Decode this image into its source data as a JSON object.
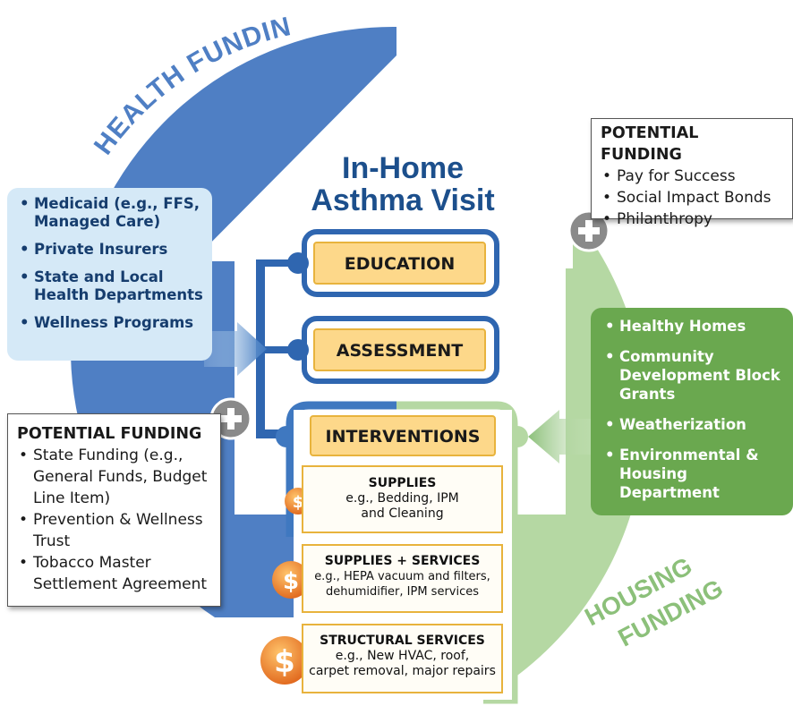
{
  "arcs": {
    "health_label": "HEALTH FUNDING",
    "housing_label_line1": "HOUSING",
    "housing_label_line2": "FUNDING"
  },
  "house": {
    "title_line1": "In-Home",
    "title_line2": "Asthma Visit"
  },
  "stages": {
    "education": "EDUCATION",
    "assessment": "ASSESSMENT",
    "interventions": "INTERVENTIONS"
  },
  "interventions": [
    {
      "heading": "SUPPLIES",
      "line1": "e.g., Bedding, IPM",
      "line2": "and Cleaning",
      "line3": "",
      "icon": "dollar-icon-small"
    },
    {
      "heading": "SUPPLIES + SERVICES",
      "line1": "e.g., HEPA vacuum and filters,",
      "line2": "dehumidifier, IPM services",
      "line3": "",
      "icon": "dollar-icon-medium"
    },
    {
      "heading": "STRUCTURAL SERVICES",
      "line1": "e.g., New HVAC, roof,",
      "line2": "carpet removal, major repairs",
      "line3": "",
      "icon": "dollar-icon-large"
    }
  ],
  "health_sources": [
    "Medicaid (e.g., FFS, Managed Care)",
    "Private Insurers",
    "State and Local Health Departments",
    "Wellness Programs"
  ],
  "housing_sources": [
    "Healthy Homes",
    "Community Development Block Grants",
    "Weatherization",
    "Environmental & Housing Department"
  ],
  "potential_funding_right": {
    "title": "POTENTIAL FUNDING",
    "items": [
      "Pay for Success",
      "Social Impact Bonds",
      "Philanthropy"
    ]
  },
  "potential_funding_left": {
    "title": "POTENTIAL FUNDING",
    "items": [
      "State Funding (e.g., General Funds, Budget Line Item)",
      "Prevention & Wellness Trust",
      "Tobacco Master Settlement Agreement"
    ]
  },
  "colors": {
    "health_blue": "#4f7fc4",
    "housing_green": "#a9cf95",
    "house_blue": "#2f66b0",
    "stage_yellow": "#fdd88a",
    "dollar_orange": "#f08a25"
  }
}
